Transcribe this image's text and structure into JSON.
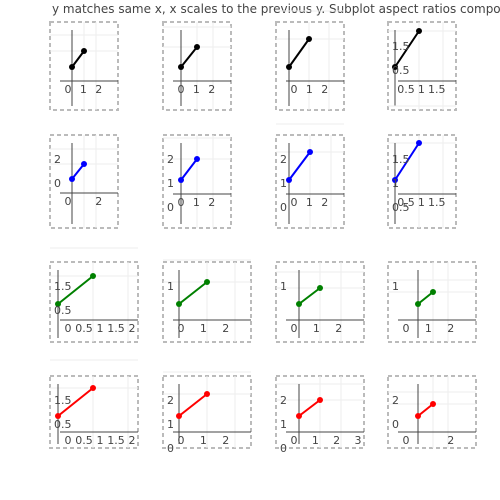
{
  "title": "y matches same x, x scales to the previous y. Subplot aspect ratios compound",
  "chart_data": [
    {
      "type": "line",
      "row": 1,
      "col": 1,
      "color": "#000000",
      "x": [
        0,
        1
      ],
      "y": [
        1,
        2
      ],
      "xticks": [
        "0",
        "1",
        "2"
      ],
      "yticks": []
    },
    {
      "type": "line",
      "row": 1,
      "col": 2,
      "color": "#000000",
      "x": [
        0,
        1
      ],
      "y": [
        1,
        2
      ],
      "xticks": [
        "0",
        "1",
        "2"
      ],
      "yticks": []
    },
    {
      "type": "line",
      "row": 1,
      "col": 3,
      "color": "#000000",
      "x": [
        0,
        1
      ],
      "y": [
        1,
        2
      ],
      "xticks": [
        "0",
        "1",
        "2"
      ],
      "yticks": []
    },
    {
      "type": "line",
      "row": 1,
      "col": 4,
      "color": "#000000",
      "x": [
        0,
        1
      ],
      "y": [
        1,
        2
      ],
      "xticks": [
        "0.5",
        "1",
        "1.5"
      ],
      "yticks": [
        "1.5",
        "0.5"
      ]
    },
    {
      "type": "line",
      "row": 2,
      "col": 1,
      "color": "#0000ff",
      "x": [
        0,
        1
      ],
      "y": [
        1,
        2
      ],
      "xticks": [
        "0",
        "2"
      ],
      "yticks": [
        "2",
        "0"
      ]
    },
    {
      "type": "line",
      "row": 2,
      "col": 2,
      "color": "#0000ff",
      "x": [
        0,
        1
      ],
      "y": [
        1,
        2
      ],
      "xticks": [
        "0",
        "1",
        "2"
      ],
      "yticks": [
        "2",
        "1",
        "0"
      ]
    },
    {
      "type": "line",
      "row": 2,
      "col": 3,
      "color": "#0000ff",
      "x": [
        0,
        1
      ],
      "y": [
        1,
        2
      ],
      "xticks": [
        "0",
        "1",
        "2"
      ],
      "yticks": [
        "2",
        "1",
        "0"
      ]
    },
    {
      "type": "line",
      "row": 2,
      "col": 4,
      "color": "#0000ff",
      "x": [
        0,
        1
      ],
      "y": [
        1,
        2
      ],
      "xticks": [
        "0.5",
        "1",
        "1.5"
      ],
      "yticks": [
        "1.5",
        "1",
        "0.5"
      ]
    },
    {
      "type": "line",
      "row": 3,
      "col": 1,
      "color": "#008000",
      "x": [
        0,
        1
      ],
      "y": [
        1,
        2
      ],
      "xticks": [
        "0",
        "0.5",
        "1",
        "1.5",
        "2"
      ],
      "yticks": [
        "1.5",
        "0.5"
      ]
    },
    {
      "type": "line",
      "row": 3,
      "col": 2,
      "color": "#008000",
      "x": [
        0,
        1
      ],
      "y": [
        1,
        2
      ],
      "xticks": [
        "0",
        "1",
        "2"
      ],
      "yticks": [
        "1"
      ]
    },
    {
      "type": "line",
      "row": 3,
      "col": 3,
      "color": "#008000",
      "x": [
        0,
        1
      ],
      "y": [
        1,
        2
      ],
      "xticks": [
        "0",
        "1",
        "2"
      ],
      "yticks": [
        "1"
      ]
    },
    {
      "type": "line",
      "row": 3,
      "col": 4,
      "color": "#008000",
      "x": [
        0,
        1
      ],
      "y": [
        1,
        2
      ],
      "xticks": [
        "0",
        "1",
        "2"
      ],
      "yticks": [
        "1"
      ]
    },
    {
      "type": "line",
      "row": 4,
      "col": 1,
      "color": "#ff0000",
      "x": [
        0,
        1
      ],
      "y": [
        1,
        2
      ],
      "xticks": [
        "0",
        "0.5",
        "1",
        "1.5",
        "2"
      ],
      "yticks": [
        "1.5",
        "0.5"
      ]
    },
    {
      "type": "line",
      "row": 4,
      "col": 2,
      "color": "#ff0000",
      "x": [
        0,
        1
      ],
      "y": [
        1,
        2
      ],
      "xticks": [
        "0",
        "1",
        "2"
      ],
      "yticks": [
        "2",
        "1",
        "0"
      ]
    },
    {
      "type": "line",
      "row": 4,
      "col": 3,
      "color": "#ff0000",
      "x": [
        0,
        1
      ],
      "y": [
        1,
        2
      ],
      "xticks": [
        "0",
        "1",
        "2",
        "3"
      ],
      "yticks": [
        "2",
        "1",
        "0"
      ]
    },
    {
      "type": "line",
      "row": 4,
      "col": 4,
      "color": "#ff0000",
      "x": [
        0,
        1
      ],
      "y": [
        1,
        2
      ],
      "xticks": [
        "0",
        "2"
      ],
      "yticks": [
        "2",
        "0"
      ]
    }
  ]
}
